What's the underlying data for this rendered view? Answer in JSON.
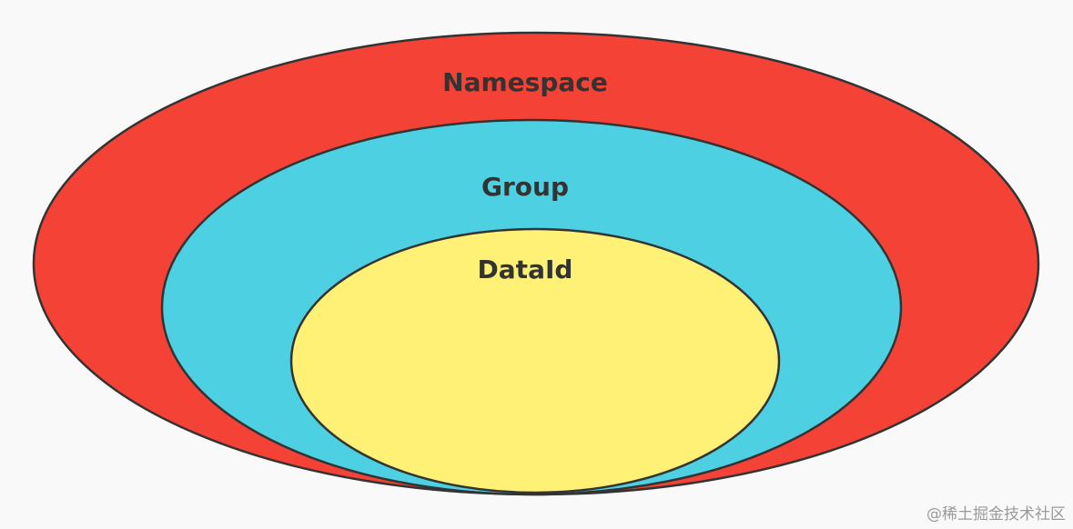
{
  "diagram": {
    "rings": [
      {
        "label": "Namespace",
        "fill": "#f44336"
      },
      {
        "label": "Group",
        "fill": "#4dd0e1"
      },
      {
        "label": "DataId",
        "fill": "#fff176"
      }
    ],
    "outline_color": "#333333",
    "label_color": "#333333"
  },
  "watermark": "@稀土掘金技术社区"
}
